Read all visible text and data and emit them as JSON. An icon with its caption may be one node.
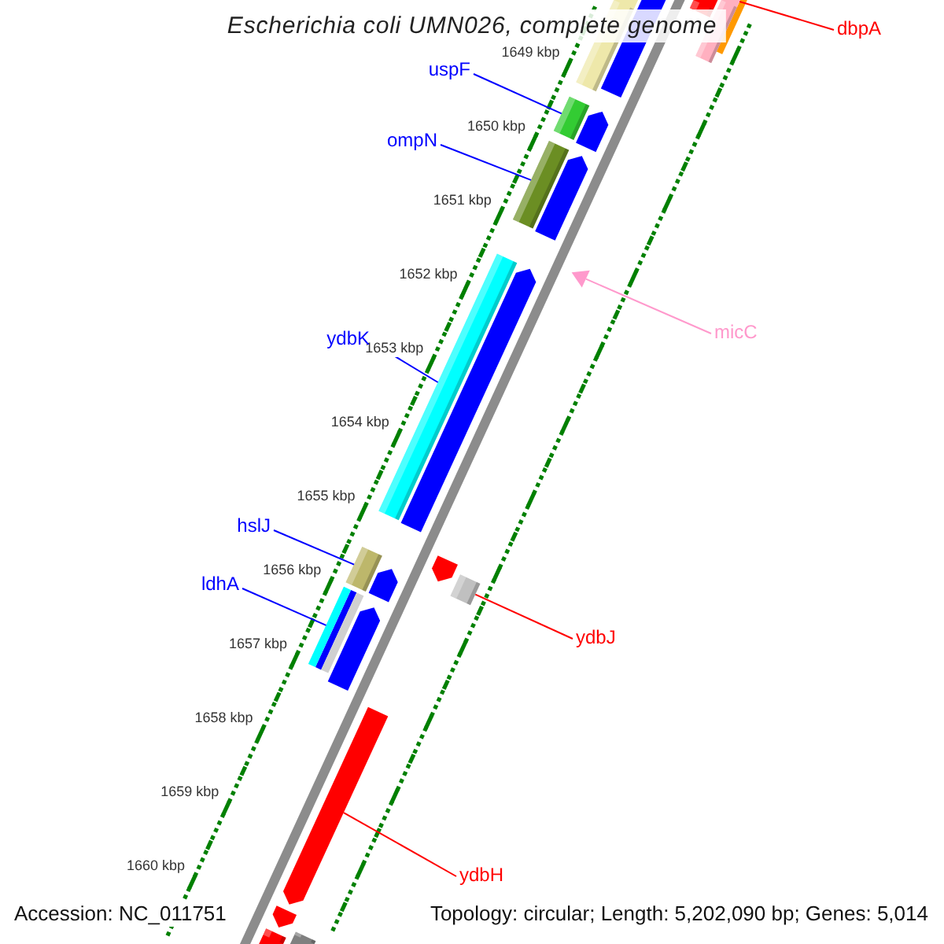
{
  "diagram": {
    "title": "Escherichia coli UMN026, complete genome",
    "nodes": [
      {
        "text": [
          "dbpA"
        ]
      },
      {
        "text": [],
        "shape": "bar"
      },
      {
        "text": [
          "uspF"
        ]
      },
      {
        "text": [],
        "shape": "bar"
      },
      {
        "text": [
          "ompN"
        ]
      },
      {
        "text": [],
        "shape": "bar"
      },
      {
        "text": [],
        "shape": "triangle"
      },
      {
        "text": [
          "micC"
        ]
      },
      {
        "text": [
          "ydbK"
        ]
      },
      {
        "text": [],
        "shape": "bar"
      },
      {
        "text": [
          "hslJ"
        ]
      },
      {
        "text": [],
        "shape": "bar"
      },
      {
        "text": [
          "ldhA"
        ]
      },
      {
        "text": [],
        "shape": "bar"
      },
      {
        "text": [],
        "shape": "bar"
      },
      {
        "text": [
          "ydbJ"
        ]
      },
      {
        "text": [],
        "shape": "bar"
      },
      {
        "text": [
          "ydbH"
        ]
      }
    ],
    "edges": [
      {
        "from": 0,
        "to": 1,
        "arrow": "none",
        "color": "#ff0000"
      },
      {
        "from": 2,
        "to": 3,
        "arrow": "none"
      },
      {
        "from": 4,
        "to": 5,
        "arrow": "none"
      },
      {
        "from": 7,
        "to": 6,
        "arrow": "none",
        "color": "#ff99cc"
      },
      {
        "from": 8,
        "to": 9,
        "arrow": "none"
      },
      {
        "from": 10,
        "to": 11,
        "arrow": "none"
      },
      {
        "from": 12,
        "to": 13,
        "arrow": "none"
      },
      {
        "from": 15,
        "to": 14,
        "arrow": "none",
        "color": "#ff0000"
      },
      {
        "from": 17,
        "to": 16,
        "arrow": "none",
        "color": "#ff0000"
      }
    ],
    "labels": [
      "1649 kbp",
      "1650 kbp",
      "1651 kbp",
      "1652 kbp",
      "1653 kbp",
      "1654 kbp",
      "1655 kbp",
      "1656 kbp",
      "1657 kbp",
      "1658 kbp",
      "1659 kbp",
      "1660 kbp",
      "Accession: NC_011751",
      "Topology: circular; Length: 5,202,090 bp; Genes: 5,014"
    ]
  }
}
